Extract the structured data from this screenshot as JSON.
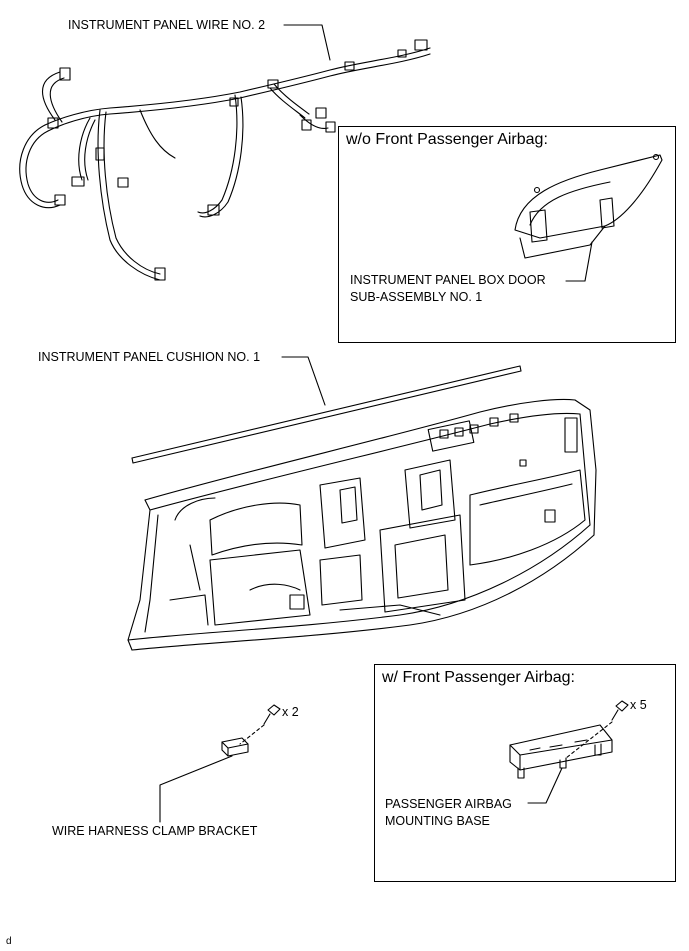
{
  "labels": {
    "wire_no2": "INSTRUMENT PANEL WIRE NO. 2",
    "box_door_line1": "INSTRUMENT PANEL BOX DOOR",
    "box_door_line2": "SUB-ASSEMBLY NO. 1",
    "cushion": "INSTRUMENT PANEL CUSHION NO. 1",
    "clamp_bracket": "WIRE HARNESS CLAMP BRACKET",
    "airbag_base_line1": "PASSENGER AIRBAG",
    "airbag_base_line2": "MOUNTING BASE",
    "qty_bracket": "x 2",
    "qty_base": "x 5"
  },
  "boxes": {
    "without_airbag": "w/o Front Passenger Airbag:",
    "with_airbag": "w/ Front Passenger Airbag:"
  },
  "footer_code": "d"
}
